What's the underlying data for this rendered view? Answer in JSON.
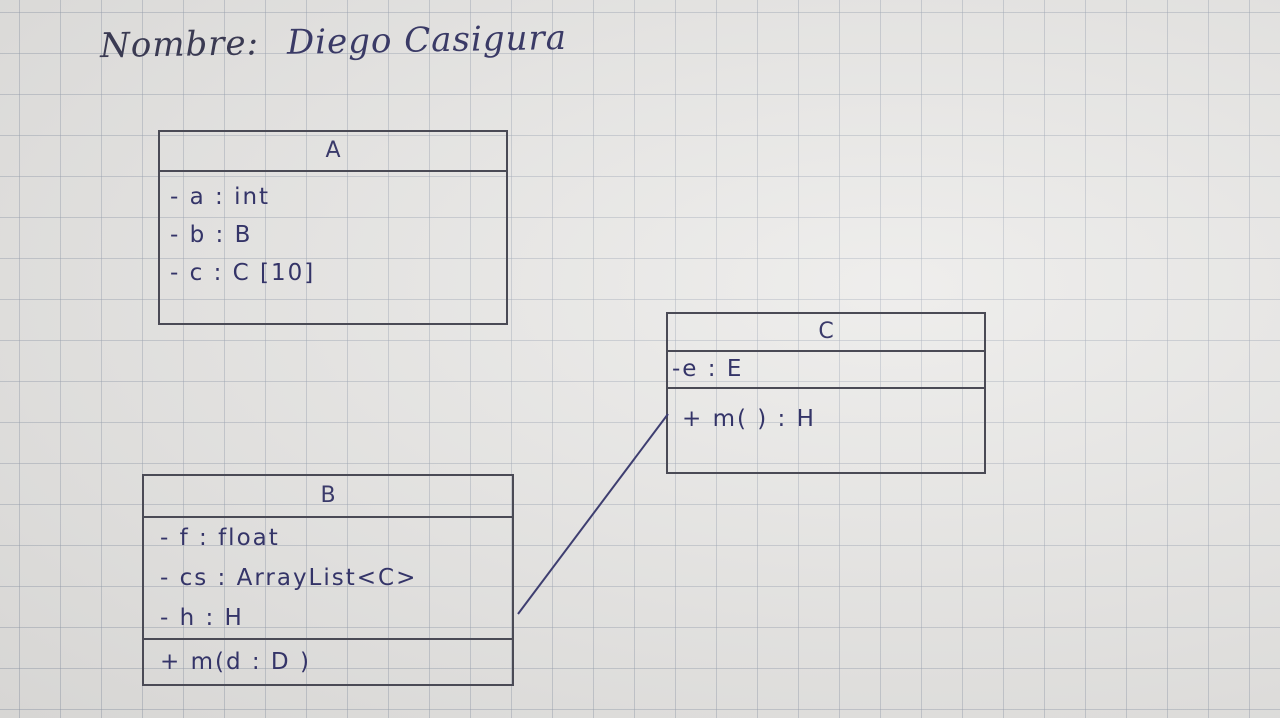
{
  "header": {
    "label": "Nombre:",
    "value": "Diego Casigura"
  },
  "classes": {
    "a": {
      "name": "A",
      "attributes": [
        "- a : int",
        "- b : B",
        "- c : C [10]"
      ],
      "methods": []
    },
    "c": {
      "name": "C",
      "attributes": [
        "-e : E"
      ],
      "methods": [
        "+ m( ) : H"
      ]
    },
    "b": {
      "name": "B",
      "attributes": [
        "- f : float",
        "- cs : ArrayList<C>",
        "- h : H"
      ],
      "methods": [
        "+ m(d : D )"
      ]
    }
  },
  "colors": {
    "ink": "#343468",
    "pencil": "#4a4a55",
    "paper": "#e9e8e6",
    "grid": "#96a0af"
  }
}
